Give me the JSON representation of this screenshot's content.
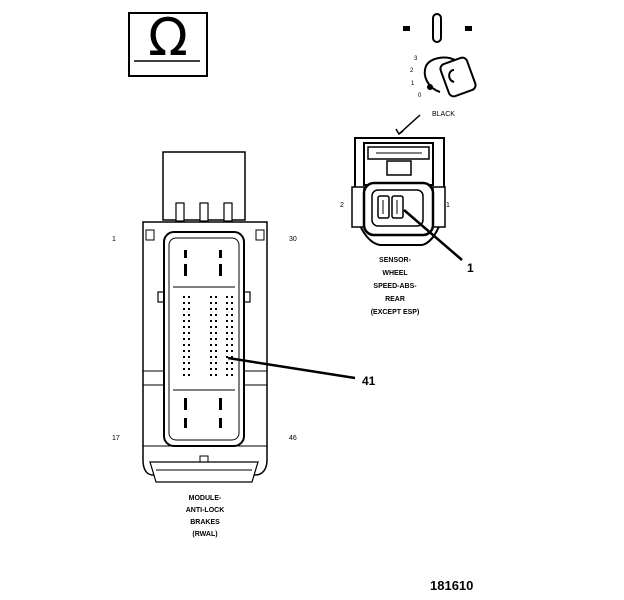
{
  "omega_symbol": "Ω",
  "ignition_key": {
    "positions": [
      "3",
      "2",
      "1",
      "0"
    ]
  },
  "sensor": {
    "color_label": "BLACK",
    "pin_left": "2",
    "pin_right": "1",
    "callout": "1",
    "name_lines": [
      "SENSOR-",
      "WHEEL",
      "SPEED-ABS-",
      "REAR",
      "(EXCEPT ESP)"
    ]
  },
  "module": {
    "pin_top_left": "1",
    "pin_top_right": "30",
    "pin_bottom_left": "17",
    "pin_bottom_right": "46",
    "callout": "41",
    "name_lines": [
      "MODULE-",
      "ANTI-LOCK",
      "BRAKES",
      "(RWAL)"
    ]
  },
  "figure_number": "181610"
}
